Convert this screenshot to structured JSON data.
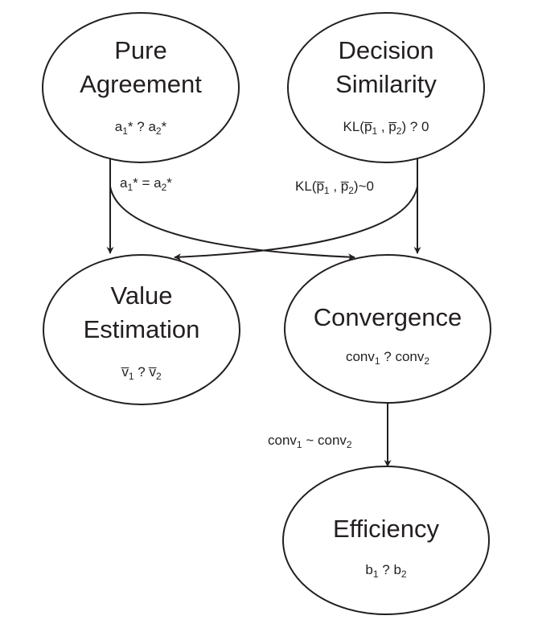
{
  "nodes": {
    "pure_agreement": {
      "title_line1": "Pure",
      "title_line2": "Agreement",
      "formula": {
        "base1": "a",
        "sub1": "1",
        "mid": "* ? a",
        "sub2": "2",
        "tail": "*"
      }
    },
    "decision_similarity": {
      "title_line1": "Decision",
      "title_line2": "Similarity",
      "formula": {
        "base1": "KL(p̅",
        "sub1": "1",
        "mid": " , p̅",
        "sub2": "2",
        "tail": ") ? 0"
      }
    },
    "value_estimation": {
      "title_line1": "Value",
      "title_line2": "Estimation",
      "formula": {
        "base1": "v̅",
        "sub1": "1",
        "mid": " ? v̅",
        "sub2": "2",
        "tail": ""
      }
    },
    "convergence": {
      "title": "Convergence",
      "formula": {
        "base1": "conv",
        "sub1": "1",
        "mid": " ? conv",
        "sub2": "2",
        "tail": ""
      }
    },
    "efficiency": {
      "title": "Efficiency",
      "formula": {
        "base1": "b",
        "sub1": "1",
        "mid": " ? b",
        "sub2": "2",
        "tail": ""
      }
    }
  },
  "edge_labels": {
    "agreement": {
      "base1": "a",
      "sub1": "1",
      "mid": "* = a",
      "sub2": "2",
      "tail": "*"
    },
    "similarity": {
      "base1": "KL(p̅",
      "sub1": "1",
      "mid": " , p̅",
      "sub2": "2",
      "tail": ")~0"
    },
    "convergence": {
      "base1": "conv",
      "sub1": "1",
      "mid": " ~ conv",
      "sub2": "2",
      "tail": ""
    }
  }
}
